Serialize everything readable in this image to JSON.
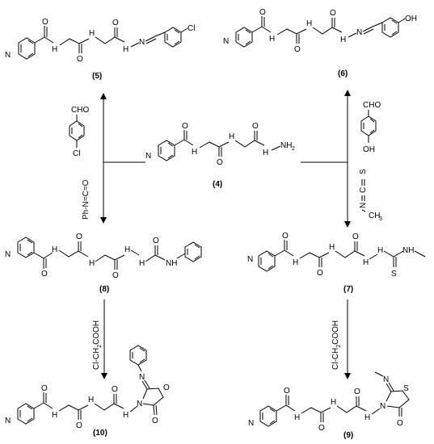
{
  "compounds": [
    {
      "id": "c5",
      "number": "(5)",
      "substituent": "Cl"
    },
    {
      "id": "c6",
      "number": "(6)",
      "substituent": "OH"
    },
    {
      "id": "c4",
      "number": "(4)",
      "terminal": "NH2"
    },
    {
      "id": "c8",
      "number": "(8)"
    },
    {
      "id": "c7",
      "number": "(7)"
    },
    {
      "id": "c10",
      "number": "(10)"
    },
    {
      "id": "c9",
      "number": "(9)"
    }
  ],
  "atoms": {
    "N": "N",
    "O": "O",
    "H": "H",
    "NH": "NH",
    "NH2": "NH",
    "NH2_sub": "2",
    "Cl": "Cl",
    "OH": "OH",
    "S": "S",
    "C": "C"
  },
  "reagents": {
    "chloro_benzaldehyde": {
      "cho": "CHO",
      "cl": "Cl"
    },
    "hydroxy_benzaldehyde": {
      "cho": "CHO",
      "oh": "OH"
    },
    "phenyl_isocyanate": "Ph-N=C=O",
    "methyl_isothiocyanate": {
      "s": "S",
      "c": "C",
      "n": "N",
      "ch3": "CH",
      "ch3_sub": "3"
    },
    "chloroacetic_acid_left": {
      "prefix": "Cl-CH",
      "sub": "2",
      "suffix": "COOH"
    },
    "chloroacetic_acid_right": {
      "prefix": "Cl-CH",
      "sub": "2",
      "suffix": "COOH"
    }
  }
}
